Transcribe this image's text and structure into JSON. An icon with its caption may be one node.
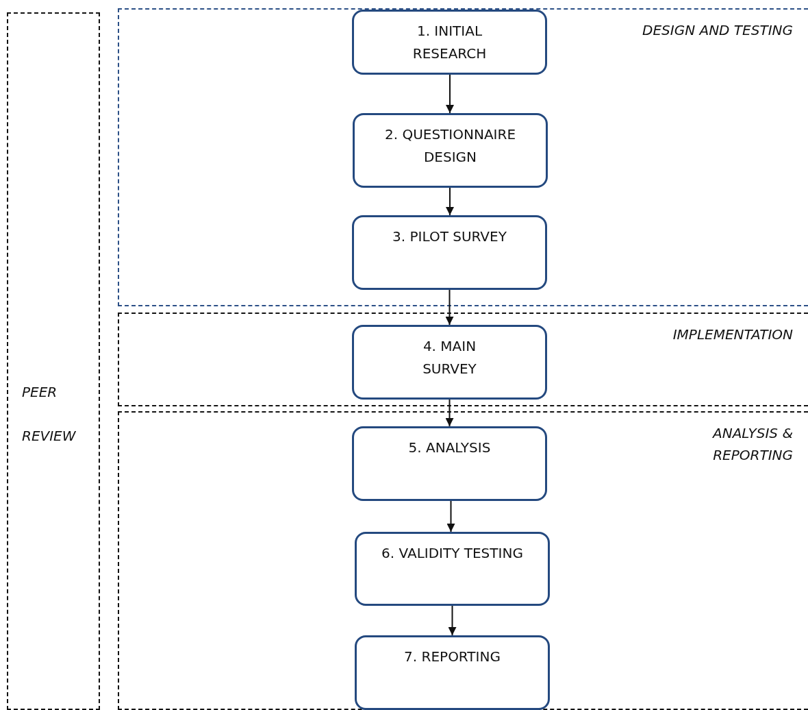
{
  "diagram": {
    "nodes": [
      {
        "text": [
          "PEER REVIEW"
        ]
      },
      {
        "text": [
          "DESIGN AND TESTING"
        ]
      },
      {
        "text": [
          "IMPLEMENTATION"
        ]
      },
      {
        "text": [
          "ANALYSIS & REPORTING"
        ]
      },
      {
        "text": [
          "1. INITIAL RESEARCH"
        ],
        "in": 1
      },
      {
        "text": [
          "2. QUESTIONNAIRE DESIGN"
        ],
        "in": 1
      },
      {
        "text": [
          "3. PILOT SURVEY"
        ],
        "in": 1
      },
      {
        "text": [
          "4. MAIN SURVEY"
        ],
        "in": 2
      },
      {
        "text": [
          "5. ANALYSIS"
        ],
        "in": 3
      },
      {
        "text": [
          "6. VALIDITY TESTING"
        ],
        "in": 3
      },
      {
        "text": [
          "7. REPORTING"
        ],
        "in": 3
      }
    ],
    "edges": [
      {
        "from": 4,
        "to": 5,
        "arrow": "to"
      },
      {
        "from": 5,
        "to": 6,
        "arrow": "to"
      },
      {
        "from": 6,
        "to": 7,
        "arrow": "to"
      },
      {
        "from": 7,
        "to": 8,
        "arrow": "to"
      },
      {
        "from": 8,
        "to": 9,
        "arrow": "to"
      },
      {
        "from": 9,
        "to": 10,
        "arrow": "to"
      }
    ]
  }
}
